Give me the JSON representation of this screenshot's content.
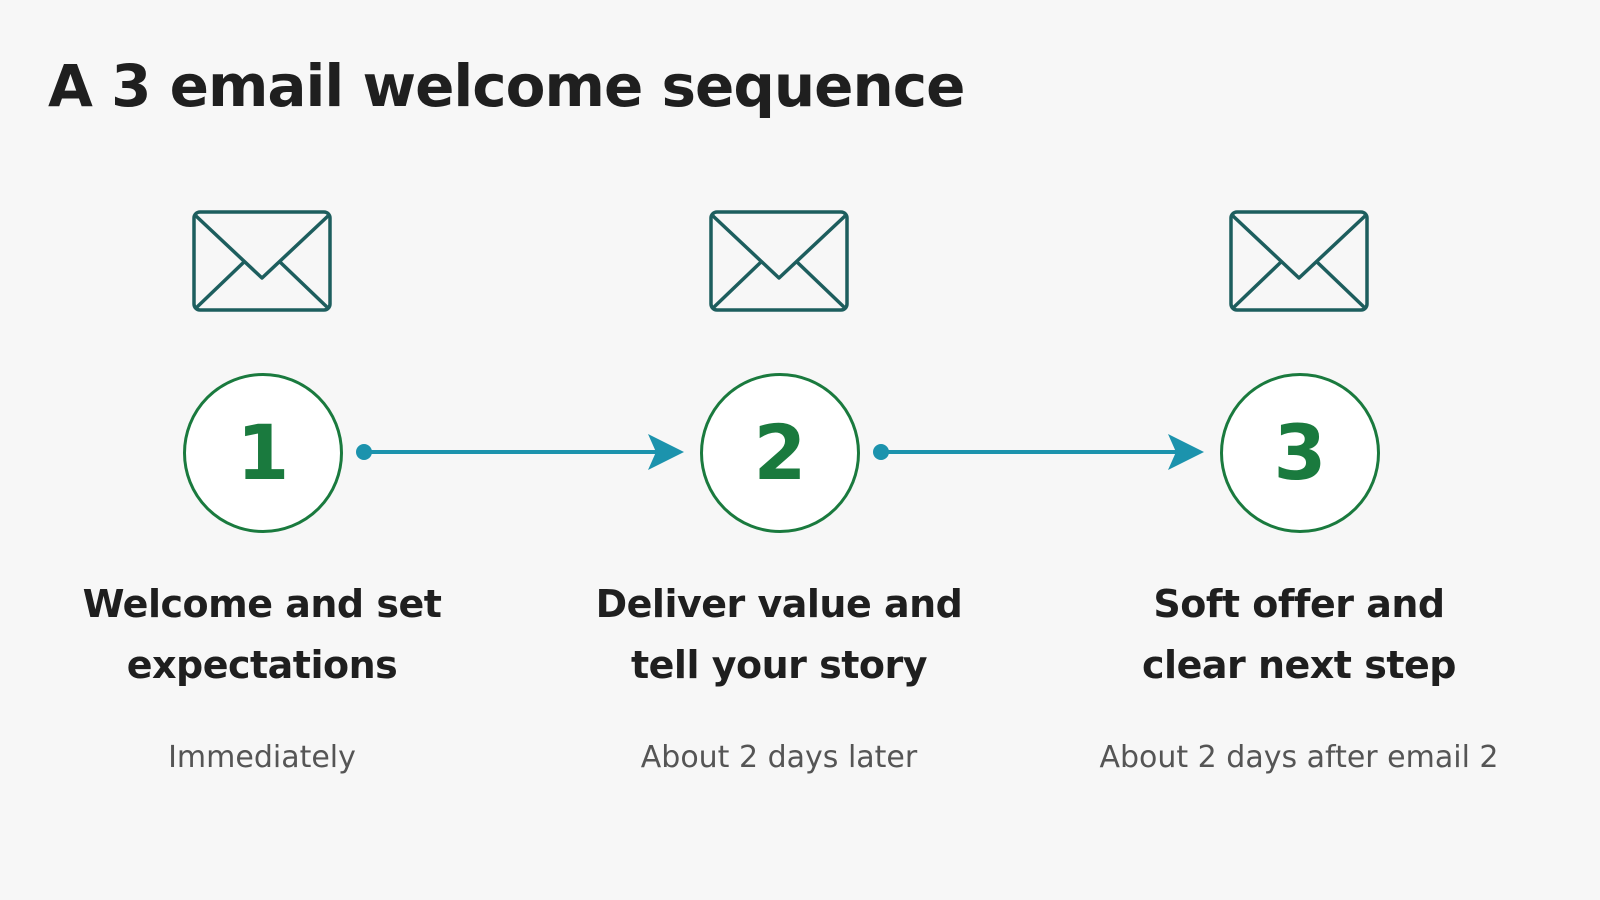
{
  "title": "A 3 email welcome sequence",
  "colors": {
    "accent_green": "#1a7a3e",
    "arrow_teal": "#1c93ad",
    "envelope_stroke": "#1d5e5e",
    "text_dark": "#1f1f1f",
    "text_muted": "#555555"
  },
  "steps": [
    {
      "number": "1",
      "icon": "envelope-icon",
      "label_line1": "Welcome and set",
      "label_line2": "expectations",
      "timing": "Immediately"
    },
    {
      "number": "2",
      "icon": "envelope-icon",
      "label_line1": "Deliver value and",
      "label_line2": "tell your story",
      "timing": "About 2 days later"
    },
    {
      "number": "3",
      "icon": "envelope-icon",
      "label_line1": "Soft offer and",
      "label_line2": "clear next step",
      "timing": "About 2 days after email 2"
    }
  ],
  "connectors": [
    {
      "from": "1",
      "to": "2"
    },
    {
      "from": "2",
      "to": "3"
    }
  ]
}
